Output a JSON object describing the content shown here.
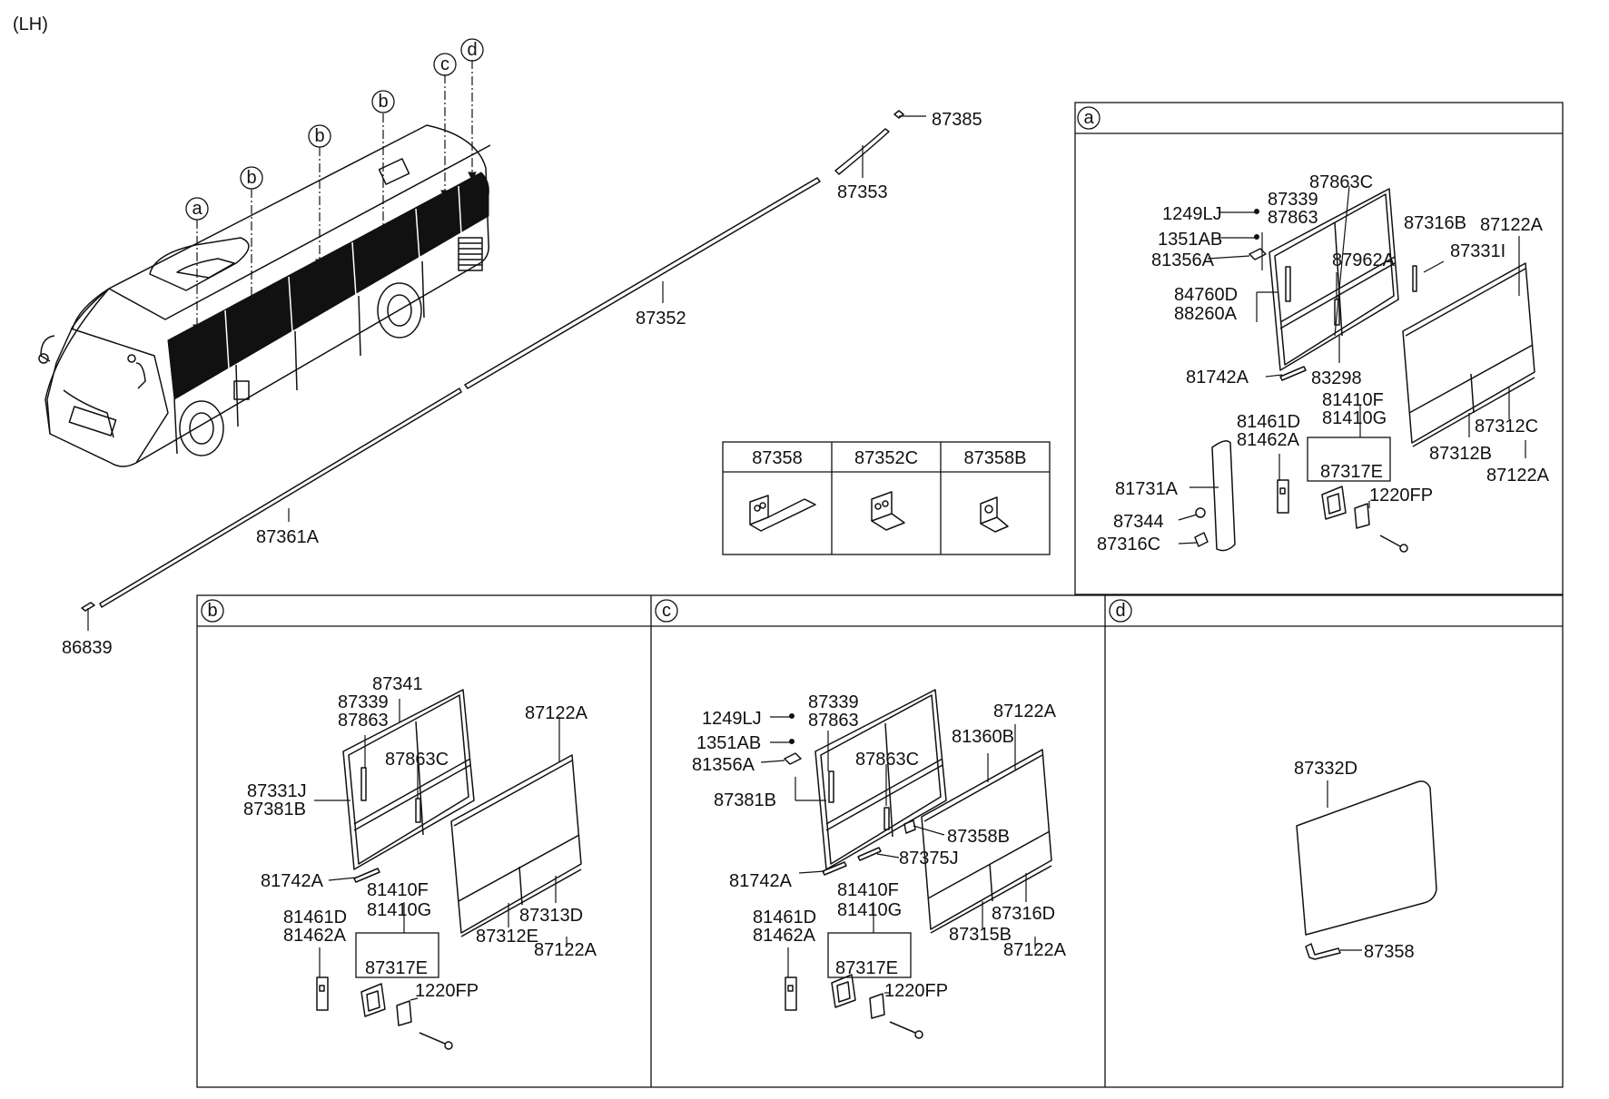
{
  "header": {
    "side": "(LH)"
  },
  "colors": {
    "ink": "#111111",
    "window_tint": "#111111",
    "background": "#ffffff"
  },
  "overview": {
    "markers": [
      "a",
      "b",
      "b",
      "b",
      "c",
      "d"
    ],
    "strip_labels": [
      "87385",
      "87353",
      "87352",
      "87361A",
      "86839"
    ]
  },
  "fastener_table": {
    "headers": [
      "87358",
      "87352C",
      "87358B"
    ]
  },
  "panel_a": {
    "letter": "a",
    "labels": [
      "87863C",
      "1249LJ",
      "87339",
      "87863",
      "1351AB",
      "81356A",
      "87962A",
      "87316B",
      "87122A",
      "87331I",
      "84760D",
      "88260A",
      "81742A",
      "83298",
      "81410F",
      "81410G",
      "81461D",
      "81462A",
      "87312C",
      "87312B",
      "87122A",
      "87317E",
      "81731A",
      "1220FP",
      "87344",
      "87316C"
    ]
  },
  "panel_b": {
    "letter": "b",
    "labels": [
      "87341",
      "87339",
      "87863",
      "87122A",
      "87331J",
      "87381B",
      "87863C",
      "81742A",
      "81410F",
      "81410G",
      "87313D",
      "81461D",
      "81462A",
      "87312E",
      "87122A",
      "87317E",
      "1220FP"
    ]
  },
  "panel_c": {
    "letter": "c",
    "labels": [
      "87339",
      "87863",
      "1249LJ",
      "87122A",
      "1351AB",
      "81360B",
      "81356A",
      "87863C",
      "87381B",
      "87358B",
      "87375J",
      "81742A",
      "81410F",
      "81410G",
      "87316D",
      "81461D",
      "81462A",
      "87315B",
      "87122A",
      "87317E",
      "1220FP"
    ]
  },
  "panel_d": {
    "letter": "d",
    "labels": [
      "87332D",
      "87358"
    ]
  }
}
